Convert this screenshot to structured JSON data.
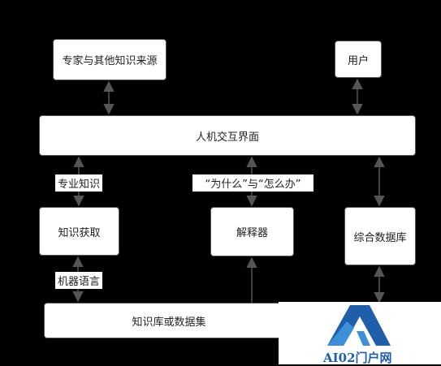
{
  "nodes": {
    "expert_sources": "专家与其他知识来源",
    "user": "用户",
    "hci": "人机交互界面",
    "knowledge_acquisition": "知识获取",
    "explainer": "解释器",
    "integrated_db": "综合数据库",
    "knowledge_base": "知识库或数据集"
  },
  "edge_labels": {
    "domain_knowledge": "专业知识",
    "why_how": "“为什么”与“怎么办”",
    "machine_language": "机器语言"
  },
  "watermark": {
    "text": "AI02门户网",
    "colors": {
      "primary": "#1f5ea8",
      "secondary": "#3d8fd8"
    }
  }
}
